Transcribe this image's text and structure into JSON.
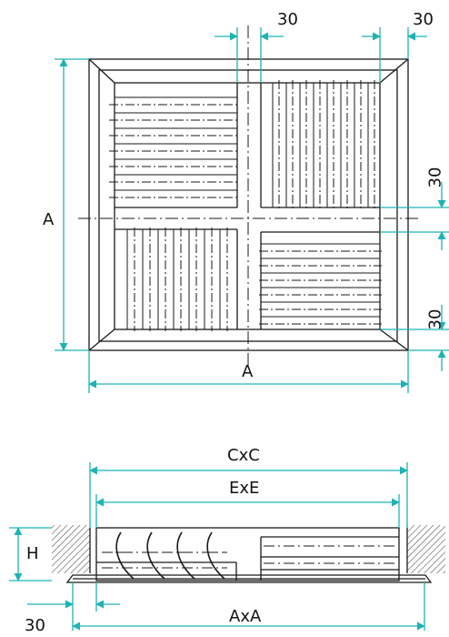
{
  "colors": {
    "line": "#1a1a1a",
    "dimension": "#1fb2b4",
    "hatch": "#555555"
  },
  "top_view": {
    "dim_top_left": "30",
    "dim_top_right": "30",
    "dim_side_left": "A",
    "dim_bottom": "A",
    "dim_right_upper": "30",
    "dim_right_lower": "30"
  },
  "section_view": {
    "dim_outer": "CxC",
    "dim_inner": "ExE",
    "dim_height": "H",
    "dim_base": "AxA",
    "dim_offset": "30"
  }
}
